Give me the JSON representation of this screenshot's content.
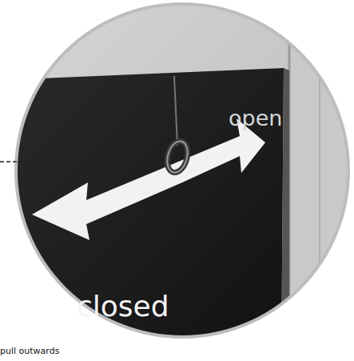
{
  "diagram": {
    "labels": [
      "open",
      "closed",
      "pull outwards"
    ]
  }
}
